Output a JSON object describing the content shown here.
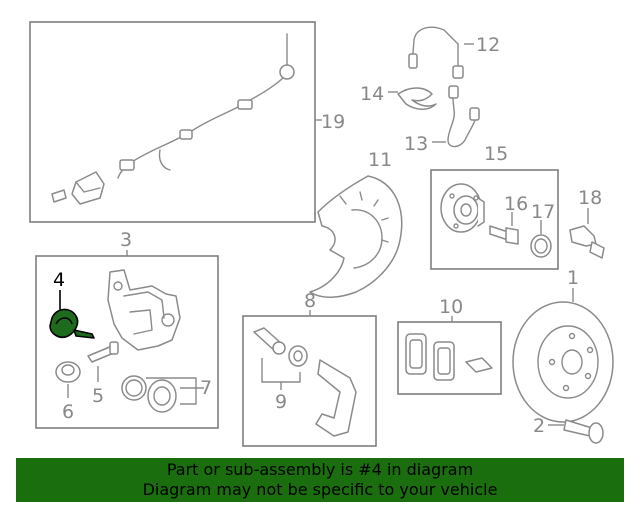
{
  "callouts": {
    "c1": "1",
    "c2": "2",
    "c3": "3",
    "c4": "4",
    "c5": "5",
    "c6": "6",
    "c7": "7",
    "c8": "8",
    "c9": "9",
    "c10": "10",
    "c11": "11",
    "c12": "12",
    "c13": "13",
    "c14": "14",
    "c15": "15",
    "c16": "16",
    "c17": "17",
    "c18": "18",
    "c19": "19"
  },
  "banner": {
    "line1": "Part or sub-assembly is #4 in diagram",
    "line2": "Diagram may not be specific to your vehicle"
  },
  "colors": {
    "highlight_part": "#1e6b1e",
    "banner_bg": "#1b6e0e",
    "line_gray": "#8a8a8a"
  }
}
